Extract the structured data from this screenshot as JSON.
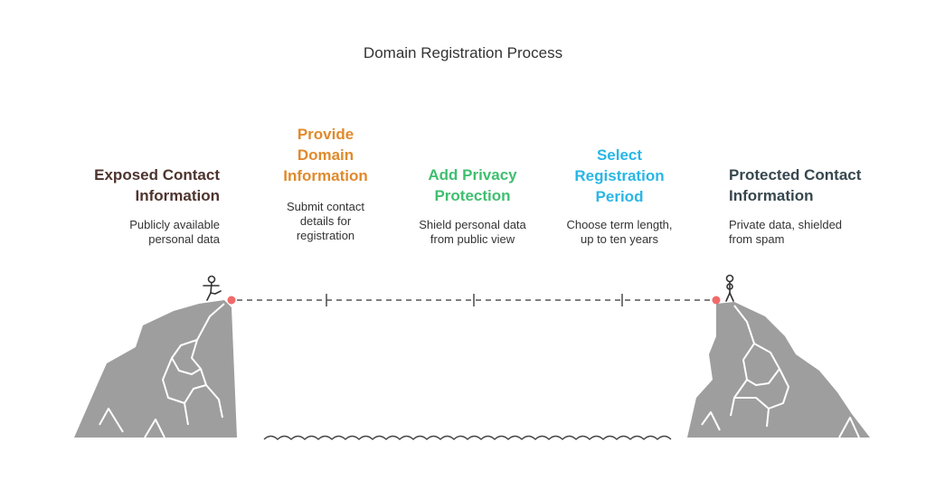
{
  "title": "Domain Registration Process",
  "colors": {
    "start": "#4e342e",
    "step1": "#e08a2c",
    "step2": "#3fbf6f",
    "step3": "#29b6e6",
    "end": "#37474f",
    "cliff": "#9e9e9e",
    "cliff_line": "#ffffff",
    "marker": "#f06a6a",
    "path": "#555555"
  },
  "start": {
    "label_line1": "Exposed Contact",
    "label_line2": "Information",
    "desc_line1": "Publicly available",
    "desc_line2": "personal data",
    "icon": "person-walking-icon"
  },
  "steps": [
    {
      "label_line1": "Provide",
      "label_line2": "Domain",
      "label_line3": "Information",
      "desc_line1": "Submit contact",
      "desc_line2": "details for",
      "desc_line3": "registration"
    },
    {
      "label_line1": "Add Privacy",
      "label_line2": "Protection",
      "desc_line1": "Shield personal data",
      "desc_line2": "from public view"
    },
    {
      "label_line1": "Select",
      "label_line2": "Registration",
      "label_line3": "Period",
      "desc_line1": "Choose term length,",
      "desc_line2": "up to ten years"
    }
  ],
  "end": {
    "label_line1": "Protected Contact",
    "label_line2": "Information",
    "desc_line1": "Private data, shielded",
    "desc_line2": "from spam",
    "icon": "person-standing-icon"
  }
}
